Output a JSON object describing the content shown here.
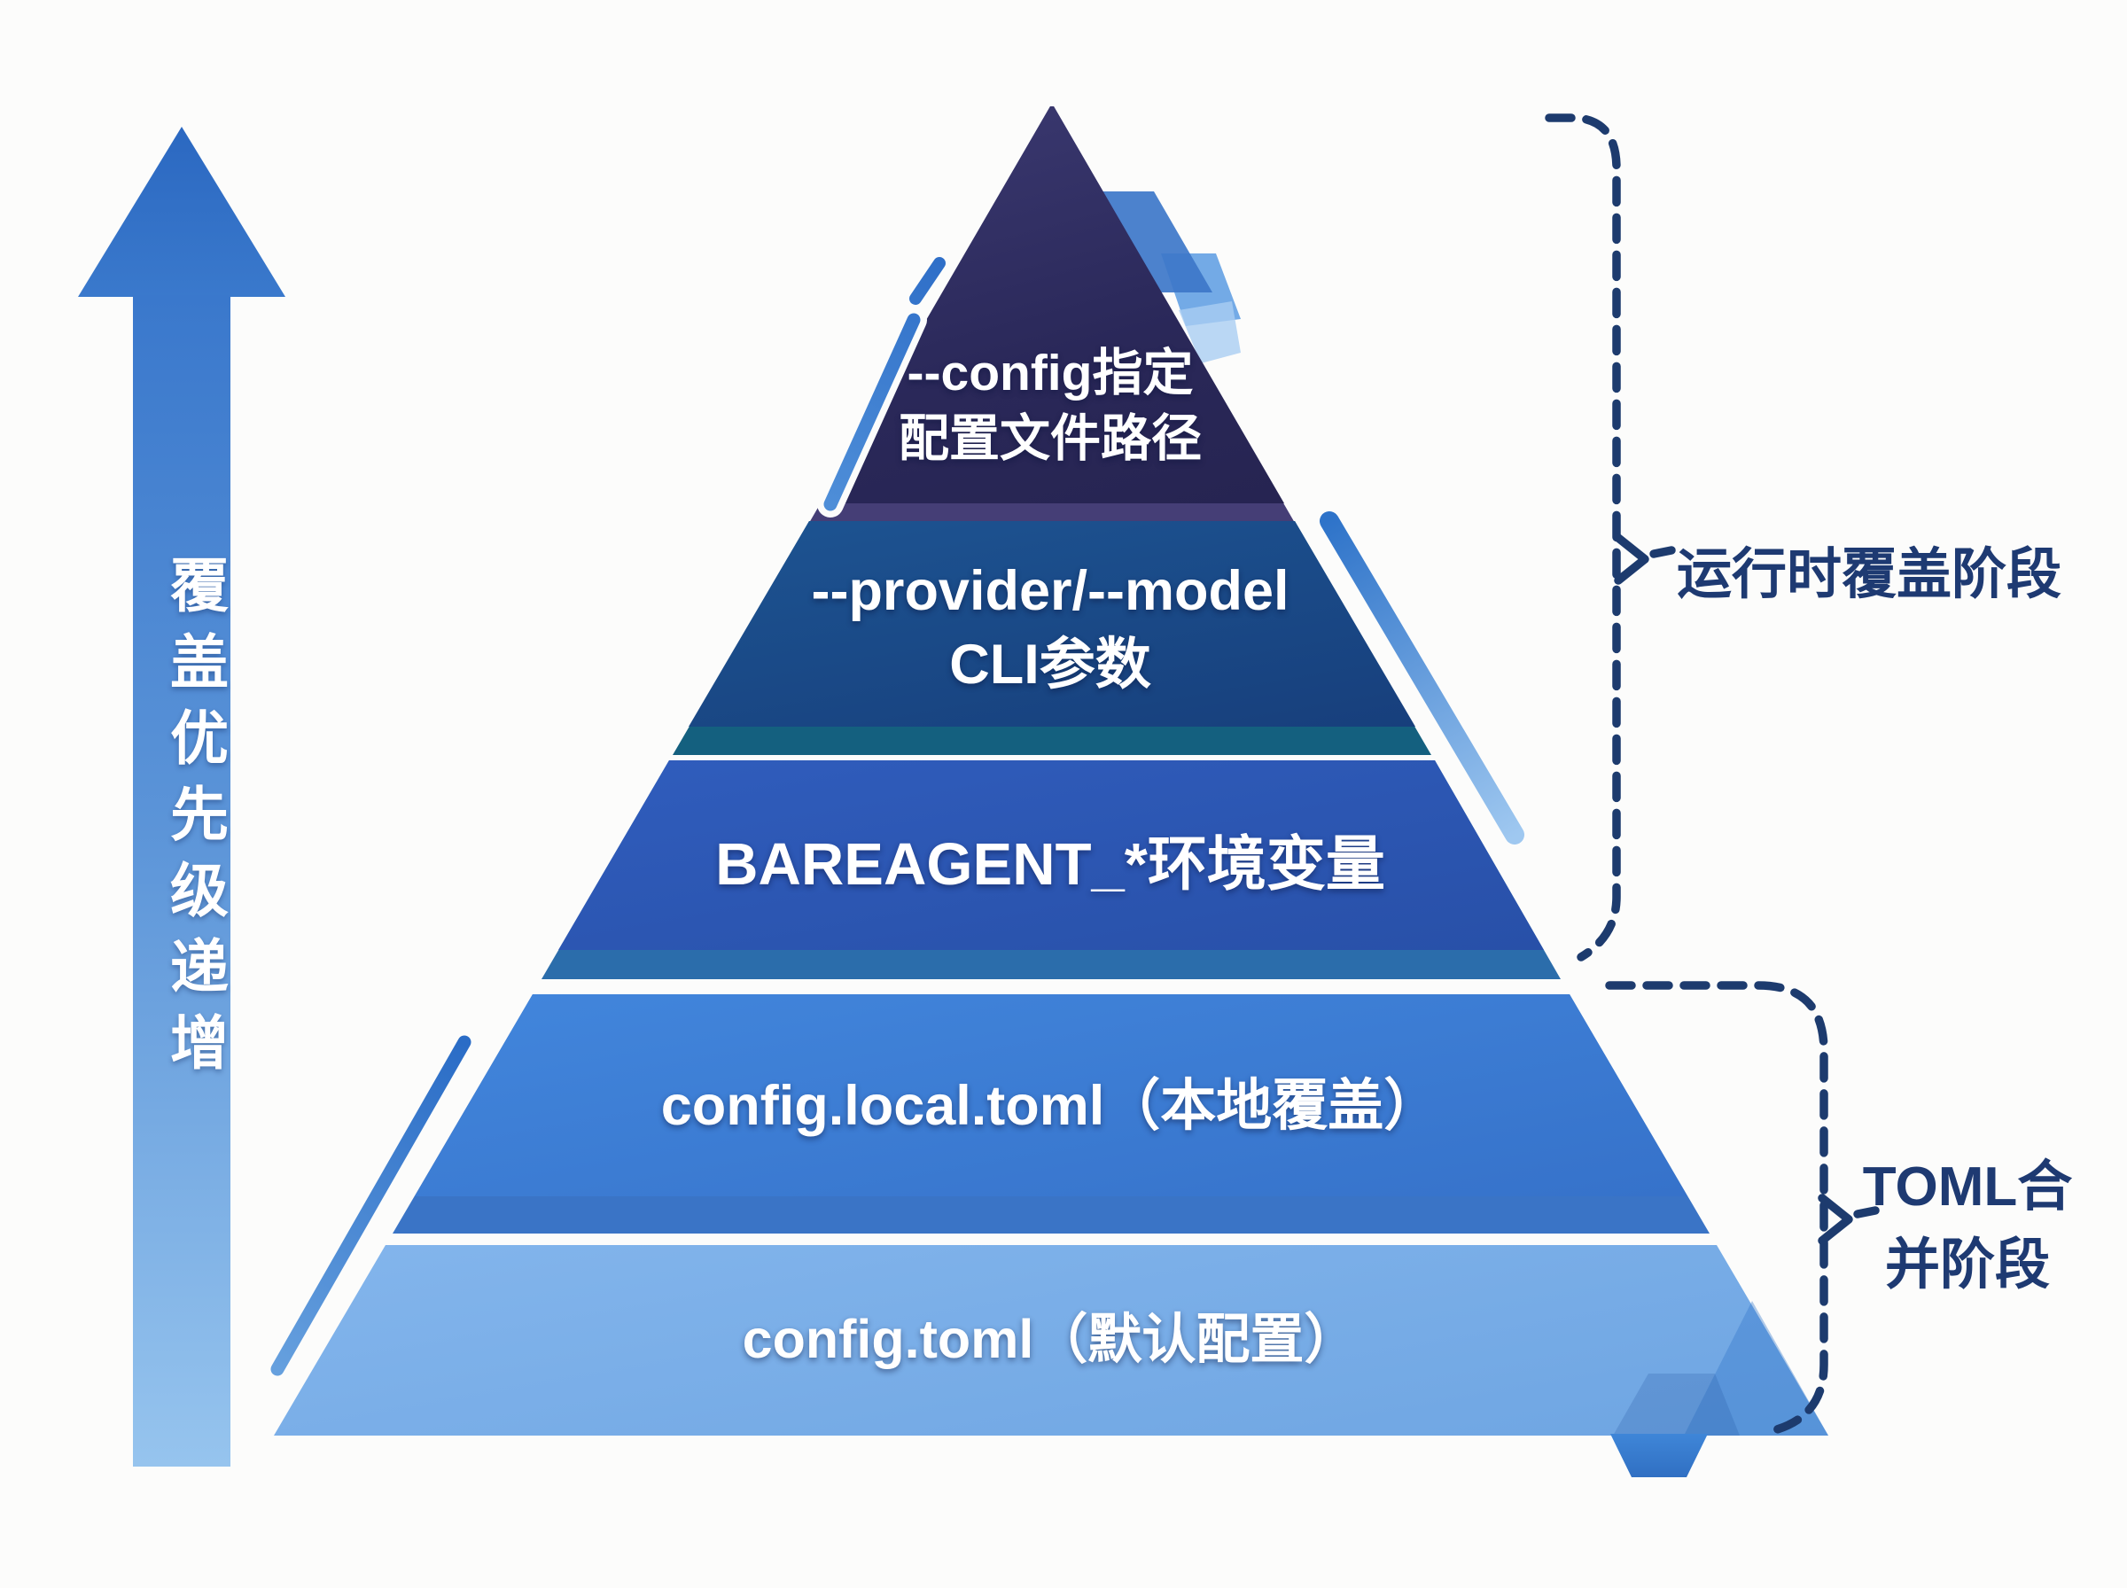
{
  "arrow": {
    "label": "覆盖优先级递增"
  },
  "pyramid": {
    "levels": [
      {
        "name": "cli-config-path",
        "lines": [
          "--config指定",
          "配置文件路径"
        ]
      },
      {
        "name": "cli-provider-model",
        "lines": [
          "--provider/--model",
          "CLI参数"
        ]
      },
      {
        "name": "env-vars",
        "lines": [
          "BAREAGENT_*环境变量",
          ""
        ]
      },
      {
        "name": "local-toml",
        "lines": [
          "config.local.toml（本地覆盖）",
          ""
        ]
      },
      {
        "name": "default-toml",
        "lines": [
          "config.toml（默认配置）",
          ""
        ]
      }
    ]
  },
  "annotations": {
    "runtime": {
      "label": "运行时覆盖阶段"
    },
    "toml": {
      "label": "TOML合并阶段"
    }
  },
  "colors": {
    "level1": "#2f2d61",
    "level2": "#1a4c8e",
    "level3": "#2c56b2",
    "level4": "#3e80d6",
    "level5": "#78ade6",
    "level1_edge": "#453e76",
    "level2_edge": "#14607f",
    "level3_edge": "#2b6dab",
    "level4_edge": "#3a74c6",
    "arrow_top": "#2b68c1",
    "arrow_bottom": "#96c4ee",
    "bracket": "#1d3b6e",
    "annotation_text": "#1e3a72",
    "background": "#fcfcfb"
  }
}
